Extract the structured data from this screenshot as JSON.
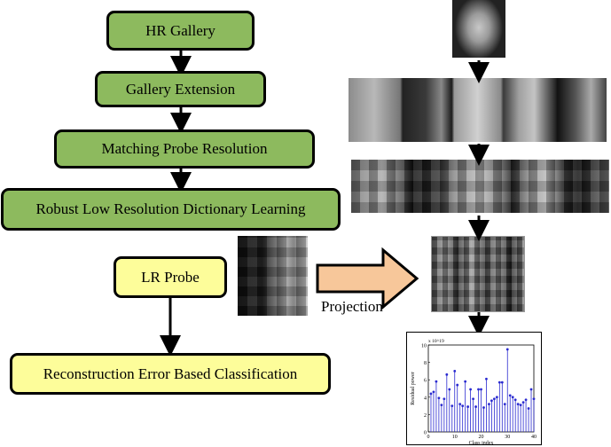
{
  "flow": {
    "hr_gallery": "HR Gallery",
    "gallery_extension": "Gallery Extension",
    "matching_probe": "Matching Probe Resolution",
    "dictionary_learning": "Robust Low Resolution Dictionary Learning",
    "lr_probe": "LR Probe",
    "classification": "Reconstruction Error Based Classification"
  },
  "projection_label": "Projection",
  "colors": {
    "green_box": "#8dba5e",
    "yellow_box": "#fdfd9a",
    "projection_arrow": "#f7c79a"
  },
  "chart_data": {
    "type": "stem",
    "xlabel": "Class index",
    "ylabel": "Residual power",
    "y_multiplier": "x 10^19",
    "xlim": [
      0,
      40
    ],
    "ylim": [
      0,
      10
    ],
    "xticks": [
      "0",
      "10",
      "20",
      "30",
      "40"
    ],
    "yticks": [
      "0",
      "2",
      "4",
      "6",
      "8",
      "10"
    ],
    "x": [
      1,
      2,
      3,
      4,
      5,
      6,
      7,
      8,
      9,
      10,
      11,
      12,
      13,
      14,
      15,
      16,
      17,
      18,
      19,
      20,
      21,
      22,
      23,
      24,
      25,
      26,
      27,
      28,
      29,
      30,
      31,
      32,
      33,
      34,
      35,
      36,
      37,
      38,
      39,
      40
    ],
    "values": [
      4.4,
      4.6,
      5.8,
      3.9,
      3.1,
      3.8,
      6.6,
      4.9,
      3.0,
      7.0,
      5.4,
      3.2,
      3.0,
      5.8,
      2.9,
      4.9,
      3.8,
      2.9,
      4.9,
      4.9,
      2.8,
      6.1,
      3.2,
      3.6,
      3.8,
      4.0,
      5.7,
      5.7,
      3.2,
      9.5,
      4.2,
      4.0,
      3.7,
      3.2,
      3.1,
      3.4,
      3.7,
      2.7,
      4.9,
      3.8
    ]
  }
}
